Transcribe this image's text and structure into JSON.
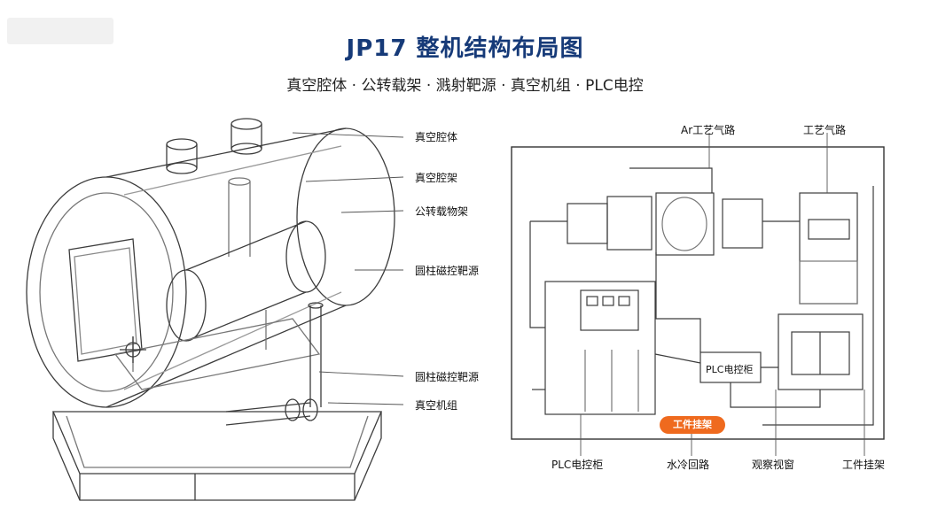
{
  "header": {
    "title": "JP17 整机结构布局图",
    "subtitle": "真空腔体 · 公转载架 · 溅射靶源 · 真空机组 · PLC电控"
  },
  "left_diagram": {
    "labels": [
      "真空腔体",
      "真空腔架",
      "公转载物架",
      "圆柱磁控靶源",
      "圆柱磁控靶源",
      "真空机组"
    ]
  },
  "right_diagram": {
    "top_labels": [
      "Ar工艺气路",
      "工艺气路"
    ],
    "bottom_labels": [
      "PLC电控柜",
      "水冷回路",
      "观察视窗",
      "工件挂架"
    ],
    "plc_box_label": "PLC电控柜",
    "highlight_tag": "工件挂架"
  },
  "colors": {
    "title": "#163a78",
    "tag": "#ef6a1e",
    "line": "#444444"
  }
}
